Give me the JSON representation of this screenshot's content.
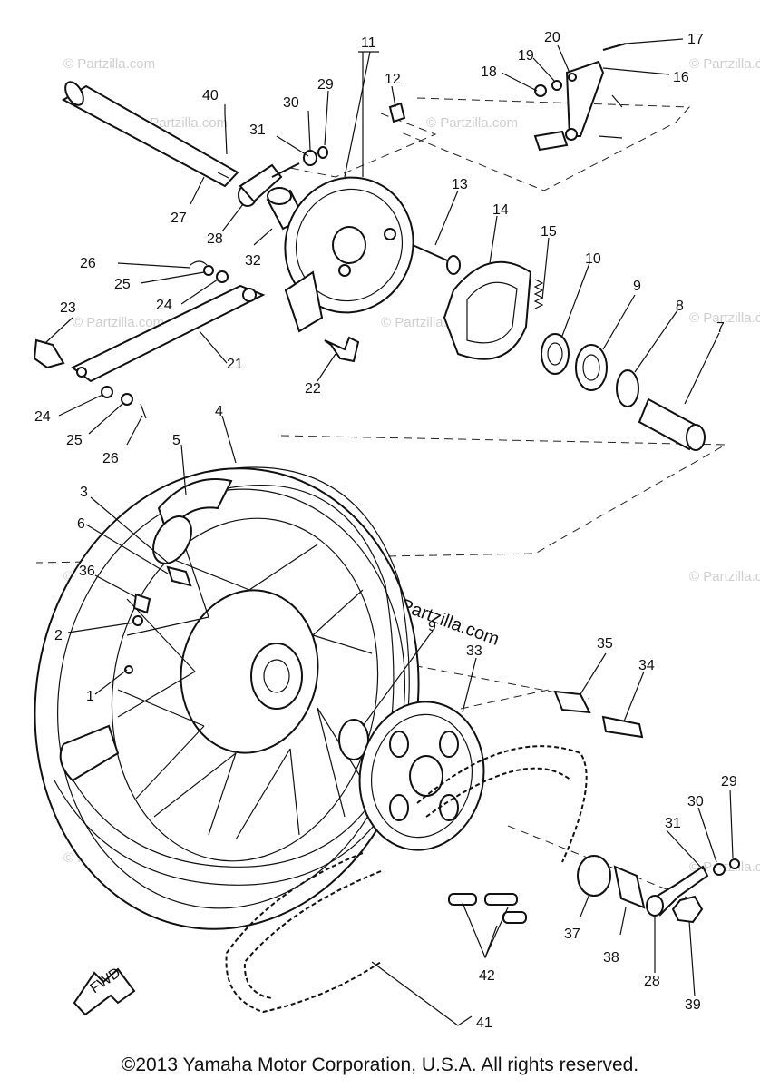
{
  "copyright": "©2013 Yamaha Motor Corporation, U.S.A. All rights reserved.",
  "watermark": "© Partzilla.com",
  "watermark_main": "Partzilla.com",
  "fwd_label": "FWD",
  "callouts": [
    "1",
    "2",
    "3",
    "4",
    "5",
    "6",
    "7",
    "8",
    "9",
    "10",
    "11",
    "12",
    "13",
    "14",
    "15",
    "16",
    "17",
    "18",
    "19",
    "20",
    "21",
    "22",
    "23",
    "24",
    "25",
    "26",
    "27",
    "28",
    "29",
    "30",
    "31",
    "32",
    "33",
    "34",
    "35",
    "36",
    "37",
    "38",
    "39",
    "40",
    "41",
    "42"
  ],
  "labels": {
    "c1": "1",
    "c2": "2",
    "c3": "3",
    "c4": "4",
    "c5": "5",
    "c6": "6",
    "c7": "7",
    "c8": "8",
    "c9a": "9",
    "c9b": "9",
    "c10": "10",
    "c11": "11",
    "c12": "12",
    "c13": "13",
    "c14": "14",
    "c15": "15",
    "c16": "16",
    "c17": "17",
    "c18": "18",
    "c19": "19",
    "c20": "20",
    "c21": "21",
    "c22": "22",
    "c23": "23",
    "c24a": "24",
    "c24b": "24",
    "c25a": "25",
    "c25b": "25",
    "c26a": "26",
    "c26b": "26",
    "c27": "27",
    "c28a": "28",
    "c28b": "28",
    "c29a": "29",
    "c29b": "29",
    "c30a": "30",
    "c30b": "30",
    "c31a": "31",
    "c31b": "31",
    "c32": "32",
    "c33": "33",
    "c34": "34",
    "c35": "35",
    "c36": "36",
    "c37": "37",
    "c38": "38",
    "c39": "39",
    "c40": "40",
    "c41": "41",
    "c42": "42"
  }
}
